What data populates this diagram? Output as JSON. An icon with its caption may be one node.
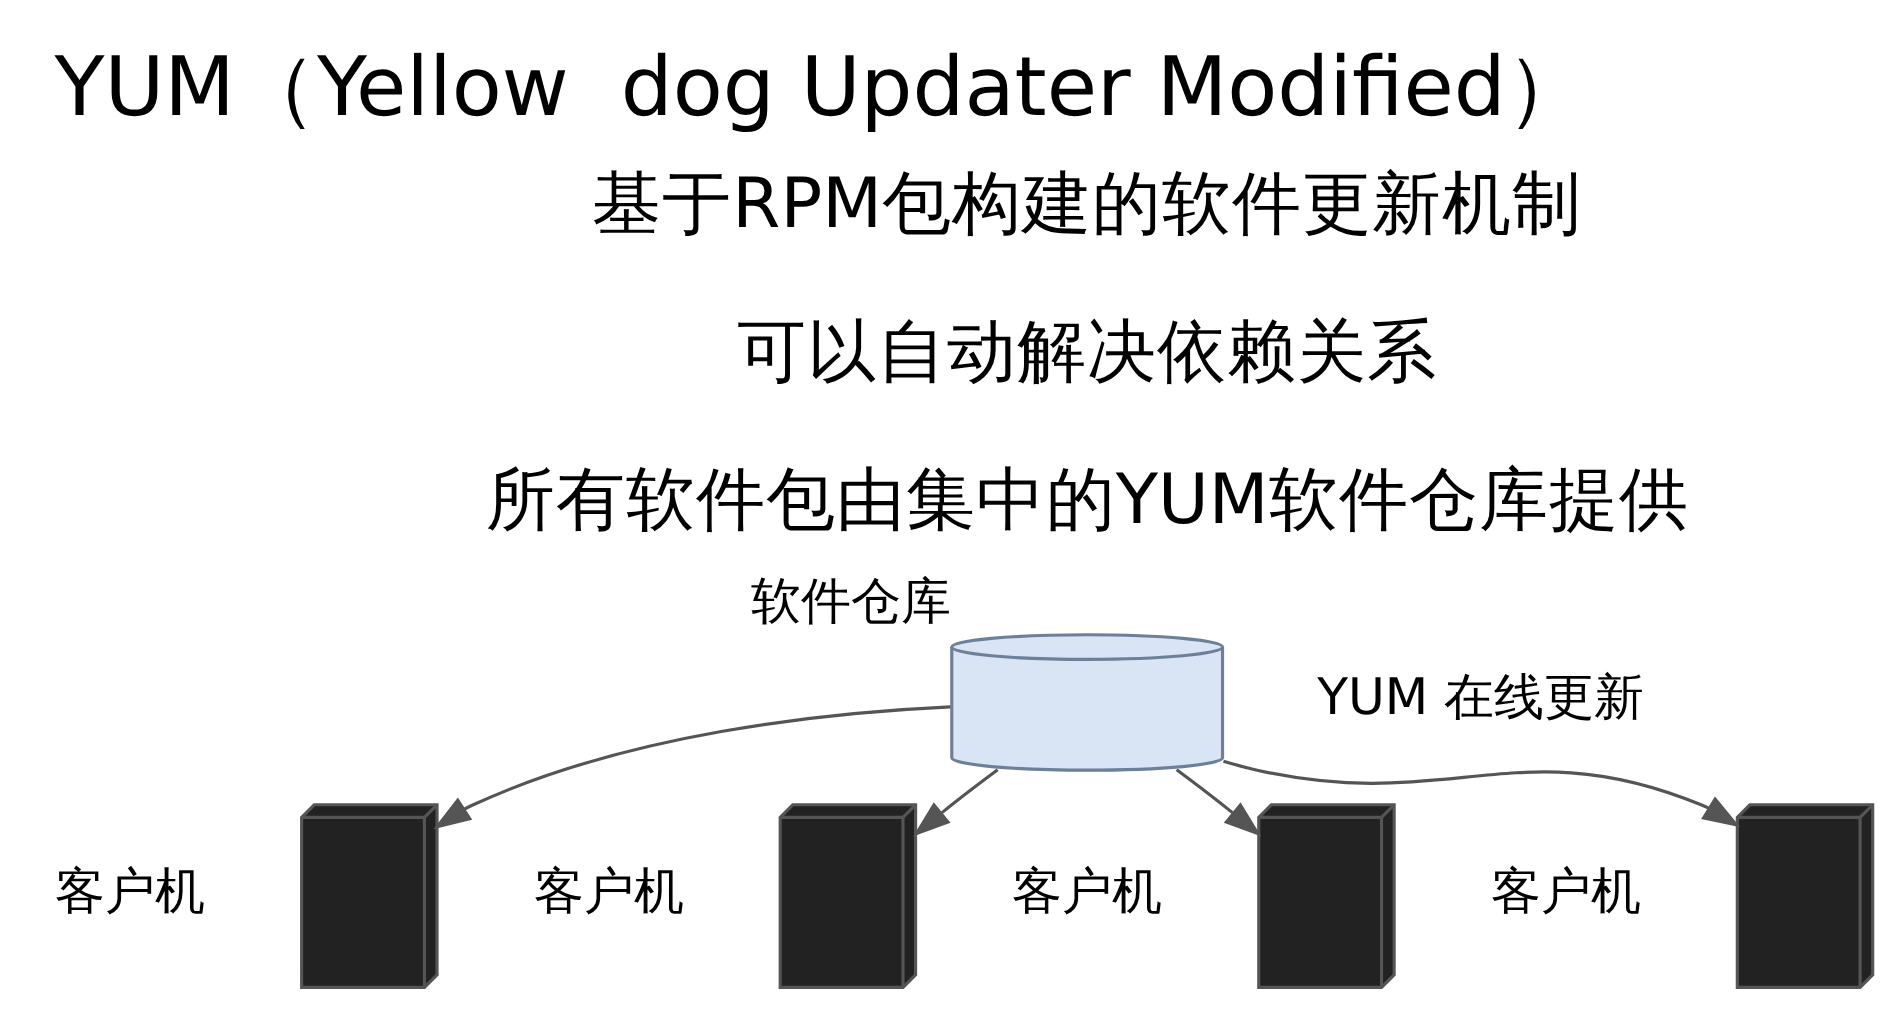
{
  "diagram": {
    "title": "YUM（Yellow  dog Updater Modified）",
    "nodes": [
      {
        "text": [],
        "shape": "cylinder",
        "beside": [
          "软件仓库"
        ]
      },
      {
        "text": [],
        "shape": "server",
        "beside": [
          "客户机"
        ]
      },
      {
        "text": [],
        "shape": "server",
        "beside": [
          "客户机"
        ]
      },
      {
        "text": [],
        "shape": "server",
        "beside": [
          "客户机"
        ]
      },
      {
        "text": [],
        "shape": "server",
        "beside": [
          "客户机"
        ]
      }
    ],
    "edges": [
      {
        "from": 0,
        "to": 1,
        "arrow": "to"
      },
      {
        "from": 0,
        "to": 2,
        "arrow": "to"
      },
      {
        "from": 0,
        "to": 3,
        "arrow": "to"
      },
      {
        "from": 0,
        "to": 4,
        "arrow": "to"
      }
    ],
    "labels": [
      "基于RPM包构建的软件更新机制",
      "可以自动解决依赖关系",
      "所有软件包由集中的YUM软件仓库提供",
      "YUM 在线更新"
    ]
  }
}
